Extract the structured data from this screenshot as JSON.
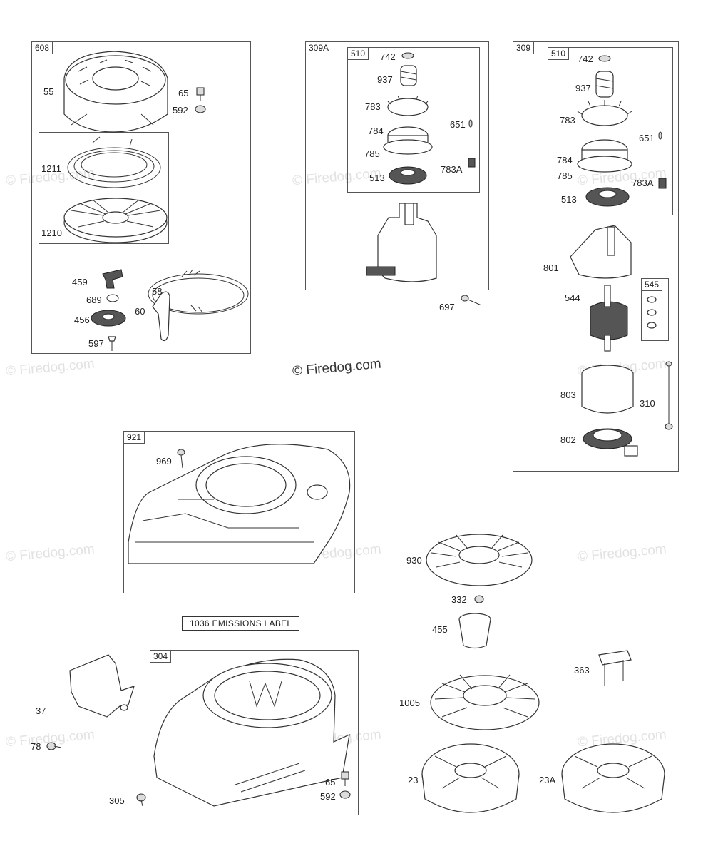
{
  "watermark": "© Firedog.com",
  "copyright": "© Firedog.com",
  "emissions_label": "1036 EMISSIONS LABEL",
  "groups": {
    "g608": "608",
    "g309a": "309A",
    "g510a": "510",
    "g309": "309",
    "g510b": "510",
    "g545": "545",
    "g921": "921",
    "g304": "304"
  },
  "parts": {
    "p55": "55",
    "p65a": "65",
    "p592a": "592",
    "p1211": "1211",
    "p1210": "1210",
    "p459": "459",
    "p58": "58",
    "p689": "689",
    "p456": "456",
    "p60": "60",
    "p597": "597",
    "p742a": "742",
    "p937a": "937",
    "p783a": "783",
    "p651a": "651",
    "p784a": "784",
    "p785a": "785",
    "p783Aa": "783A",
    "p513a": "513",
    "p697": "697",
    "p742b": "742",
    "p937b": "937",
    "p783b": "783",
    "p651b": "651",
    "p784b": "784",
    "p785b": "785",
    "p783Ab": "783A",
    "p513b": "513",
    "p801": "801",
    "p544": "544",
    "p803": "803",
    "p310": "310",
    "p802": "802",
    "p969": "969",
    "p930": "930",
    "p332": "332",
    "p455": "455",
    "p1005": "1005",
    "p363": "363",
    "p23": "23",
    "p23A": "23A",
    "p37": "37",
    "p78": "78",
    "p305": "305",
    "p65b": "65",
    "p592b": "592"
  }
}
